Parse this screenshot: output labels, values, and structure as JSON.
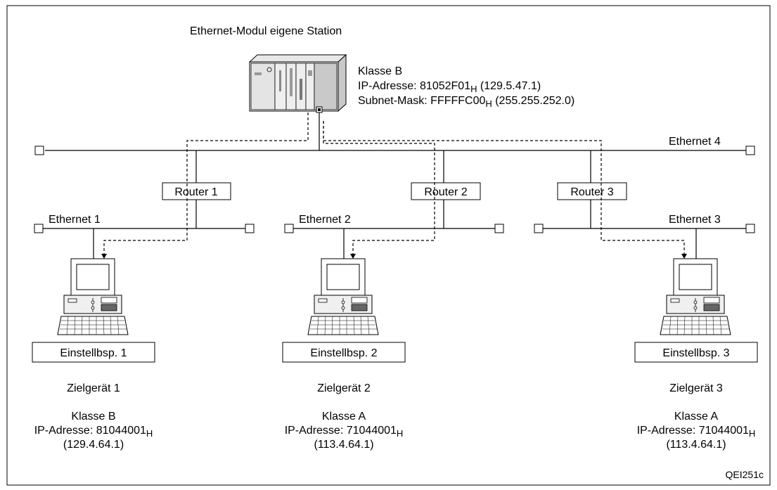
{
  "station": {
    "title": "Ethernet-Modul eigene Station",
    "klasse": "Klasse B",
    "ip_prefix": "IP-Adresse: ",
    "ip_hex": "81052F01",
    "ip_sub": "H",
    "ip_dec": " (129.5.47.1)",
    "mask_prefix": "Subnet-Mask: ",
    "mask_hex": "FFFFFC00",
    "mask_sub": "H",
    "mask_dec": " (255.255.252.0)"
  },
  "networks": {
    "eth1": "Ethernet 1",
    "eth2": "Ethernet 2",
    "eth3": "Ethernet 3",
    "eth4": "Ethernet 4"
  },
  "routers": [
    "Router 1",
    "Router 2",
    "Router 3"
  ],
  "targets": [
    {
      "setting": "Einstellbsp. 1",
      "name": "Zielgerät 1",
      "klasse": "Klasse B",
      "ip_prefix": "IP-Adresse: ",
      "ip_hex": "81044001",
      "ip_sub": "H",
      "ip_dec": "(129.4.64.1)"
    },
    {
      "setting": "Einstellbsp. 2",
      "name": "Zielgerät 2",
      "klasse": "Klasse A",
      "ip_prefix": "IP-Adresse: ",
      "ip_hex": "71044001",
      "ip_sub": "H",
      "ip_dec": "(113.4.64.1)"
    },
    {
      "setting": "Einstellbsp. 3",
      "name": "Zielgerät 3",
      "klasse": "Klasse A",
      "ip_prefix": "IP-Adresse: ",
      "ip_hex": "71044001",
      "ip_sub": "H",
      "ip_dec": "(113.4.64.1)"
    }
  ],
  "figure_code": "QEI251c"
}
